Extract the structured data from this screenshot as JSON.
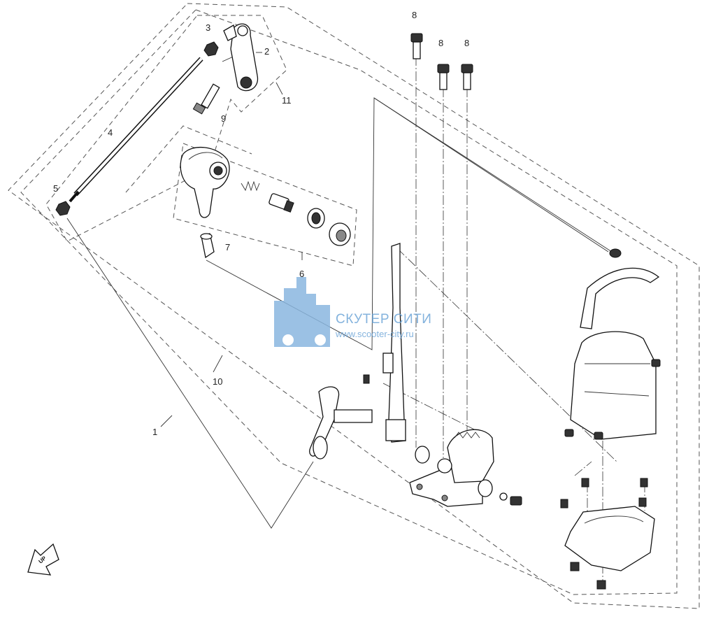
{
  "callouts": {
    "c1": "1",
    "c2": "2",
    "c3": "3",
    "c4": "4",
    "c5": "5",
    "c6": "6",
    "c7": "7",
    "c8a": "8",
    "c8b": "8",
    "c8c": "8",
    "c9": "9",
    "c10": "10",
    "c11": "11"
  },
  "watermark": {
    "title": "СКУТЕР СИТИ",
    "url": "www.scooter-city.ru"
  },
  "direction_marker": {
    "icon": "up-arrow-icon",
    "label": "UP"
  },
  "colors": {
    "line": "#111111",
    "watermark": "#6fa6d8"
  }
}
